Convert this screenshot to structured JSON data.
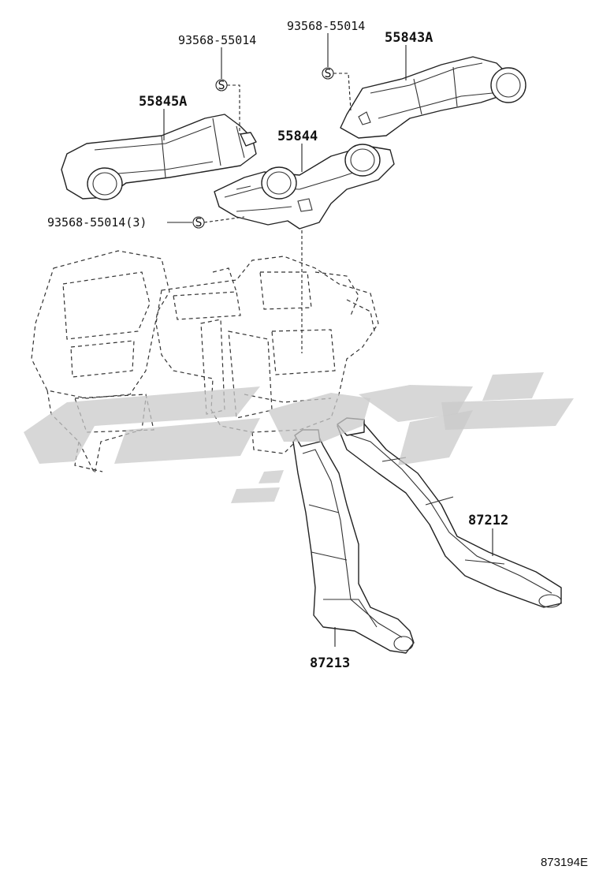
{
  "labels": {
    "screw_top_left": "93568-55014",
    "screw_top_right": "93568-55014",
    "duct_right_upper": "55843A",
    "duct_left_upper": "55845A",
    "center_duct": "55844",
    "screw_center": "93568-55014(3)",
    "duct_rear_right": "87212",
    "duct_rear_left": "87213"
  },
  "screw_symbol": "S",
  "figure_code": "873194E"
}
